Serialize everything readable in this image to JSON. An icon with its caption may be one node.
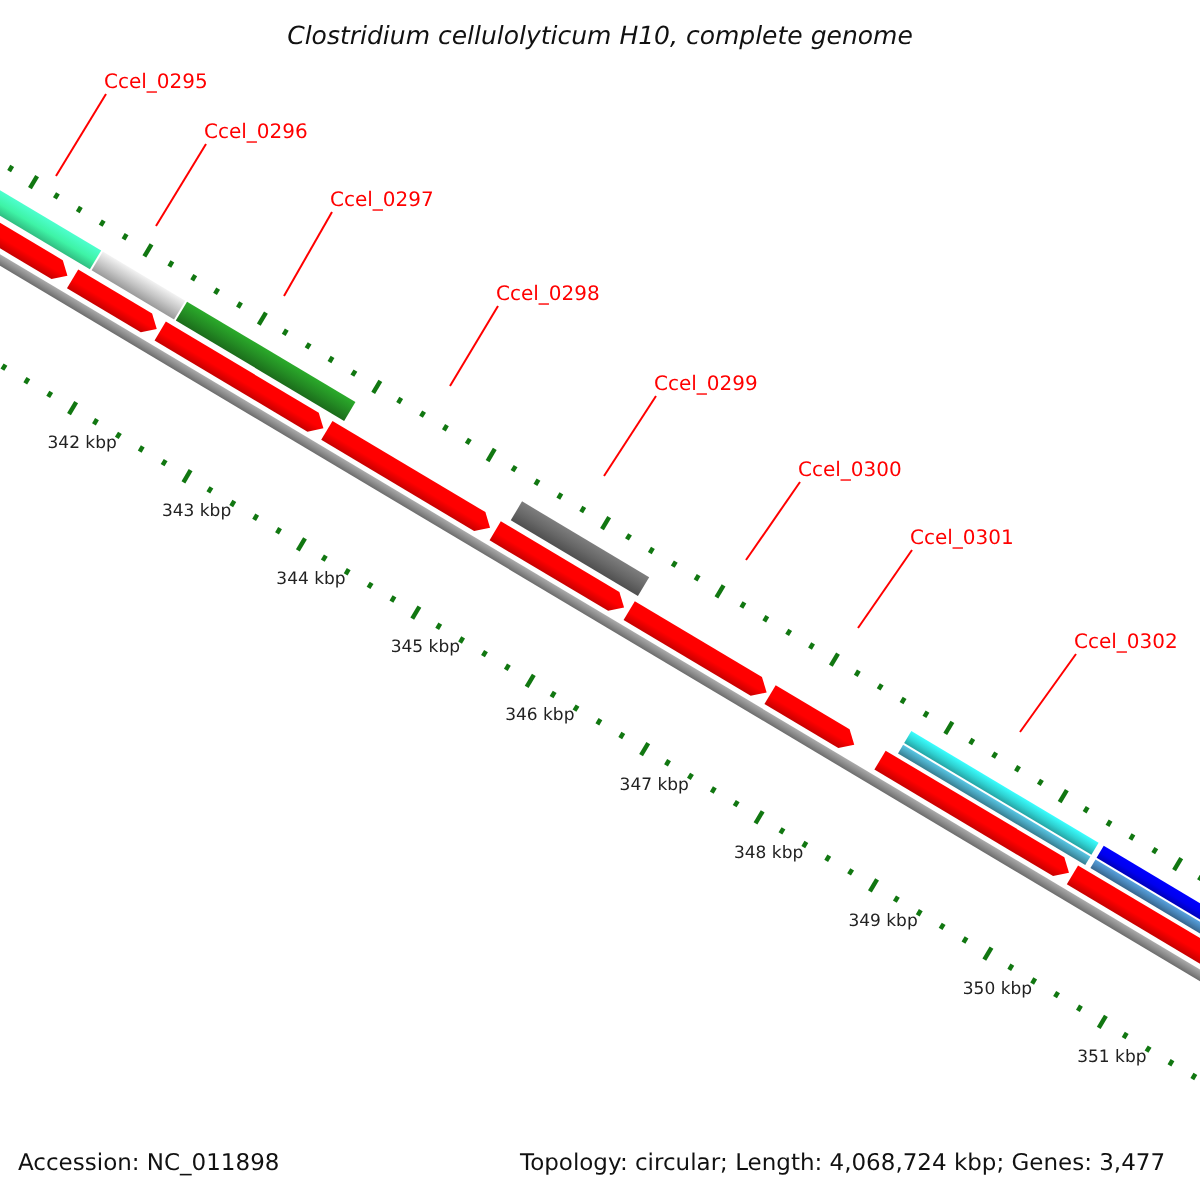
{
  "diagram": {
    "title": "Clostridium cellulolyticum H10, complete genome",
    "nodes": [
      {
        "text": [
          "Ccel_0295"
        ]
      },
      {
        "text": [
          "Ccel_0296"
        ]
      },
      {
        "text": [
          "Ccel_0297"
        ]
      },
      {
        "text": [
          "Ccel_0298"
        ]
      },
      {
        "text": [
          "Ccel_0299"
        ]
      },
      {
        "text": [
          "Ccel_0300"
        ]
      },
      {
        "text": [
          "Ccel_0301"
        ]
      },
      {
        "text": [
          "Ccel_0302"
        ]
      }
    ],
    "edges": [
      {
        "from": 0,
        "to": null,
        "arrow": "none"
      },
      {
        "from": 1,
        "to": null,
        "arrow": "none"
      },
      {
        "from": 2,
        "to": null,
        "arrow": "none"
      },
      {
        "from": 3,
        "to": null,
        "arrow": "none"
      },
      {
        "from": 4,
        "to": null,
        "arrow": "none"
      },
      {
        "from": 5,
        "to": null,
        "arrow": "none"
      },
      {
        "from": 6,
        "to": null,
        "arrow": "none"
      },
      {
        "from": 7,
        "to": null,
        "arrow": "none"
      }
    ],
    "labels": [
      "342 kbp",
      "343 kbp",
      "344 kbp",
      "345 kbp",
      "346 kbp",
      "347 kbp",
      "348 kbp",
      "349 kbp",
      "350 kbp",
      "351 kbp",
      "Accession: NC_011898",
      "Topology: circular; Length: 4,068,724 kbp; Genes: 3,477"
    ]
  }
}
